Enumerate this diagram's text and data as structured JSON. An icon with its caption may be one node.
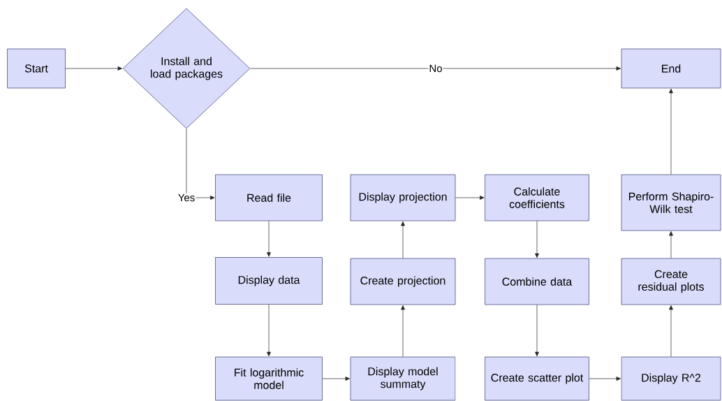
{
  "diagram": {
    "nodes": [
      {
        "text": [
          "Start"
        ]
      },
      {
        "text": [
          "Install and load packages"
        ]
      },
      {
        "text": [
          "End"
        ]
      },
      {
        "text": [
          "Read file"
        ]
      },
      {
        "text": [
          "Display data"
        ]
      },
      {
        "text": [
          "Fit logarithmic model"
        ]
      },
      {
        "text": [
          "Display model summaty"
        ]
      },
      {
        "text": [
          "Create projection"
        ]
      },
      {
        "text": [
          "Display projection"
        ]
      },
      {
        "text": [
          "Calculate coefficients"
        ]
      },
      {
        "text": [
          "Combine data"
        ]
      },
      {
        "text": [
          "Create scatter plot"
        ]
      },
      {
        "text": [
          "Display R^2"
        ]
      },
      {
        "text": [
          "Create residual plots"
        ]
      },
      {
        "text": [
          "Perform Shapiro-Wilk test"
        ]
      }
    ],
    "edges": [
      {
        "from": 0,
        "to": 1,
        "arrow": "to"
      },
      {
        "from": 1,
        "to": 2,
        "arrow": "to",
        "label": "No"
      },
      {
        "from": 1,
        "to": 3,
        "arrow": "to",
        "label": "Yes"
      },
      {
        "from": 3,
        "to": 4,
        "arrow": "to"
      },
      {
        "from": 4,
        "to": 5,
        "arrow": "to"
      },
      {
        "from": 5,
        "to": 6,
        "arrow": "to"
      },
      {
        "from": 6,
        "to": 7,
        "arrow": "to"
      },
      {
        "from": 7,
        "to": 8,
        "arrow": "to"
      },
      {
        "from": 8,
        "to": 9,
        "arrow": "to"
      },
      {
        "from": 9,
        "to": 10,
        "arrow": "to"
      },
      {
        "from": 10,
        "to": 11,
        "arrow": "to"
      },
      {
        "from": 11,
        "to": 12,
        "arrow": "to"
      },
      {
        "from": 12,
        "to": 13,
        "arrow": "to"
      },
      {
        "from": 13,
        "to": 14,
        "arrow": "to"
      },
      {
        "from": 14,
        "to": 2,
        "arrow": "to"
      }
    ]
  }
}
